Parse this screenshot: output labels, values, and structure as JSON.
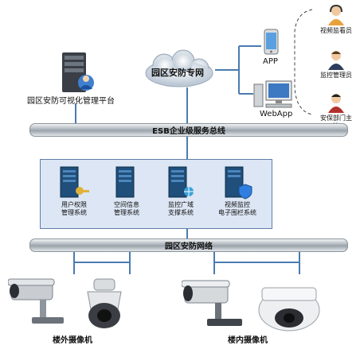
{
  "platform": {
    "label": "园区安防可视化管理平台"
  },
  "cloud": {
    "label": "园区安防专网"
  },
  "app": {
    "label": "APP"
  },
  "webapp": {
    "label": "WebApp"
  },
  "users": [
    {
      "label": "视频监看员"
    },
    {
      "label": "监控管理员"
    },
    {
      "label": "安保部门主管"
    }
  ],
  "esb": {
    "label": "ESB企业级服务总线"
  },
  "subsystems": [
    {
      "line1": "用户权限",
      "line2": "管理系统"
    },
    {
      "line1": "空间信息",
      "line2": "管理系统"
    },
    {
      "line1": "监控广域",
      "line2": "支撑系统"
    },
    {
      "line1": "视频监控",
      "line2": "电子围栏系统"
    }
  ],
  "network": {
    "label": "园区安防网络"
  },
  "outdoor": {
    "label": "楼外摄像机"
  },
  "indoor": {
    "label": "楼内摄像机"
  },
  "colors": {
    "line": "#4b7bb0",
    "panel": "#dce6f4",
    "server": "#1f4f7a"
  }
}
